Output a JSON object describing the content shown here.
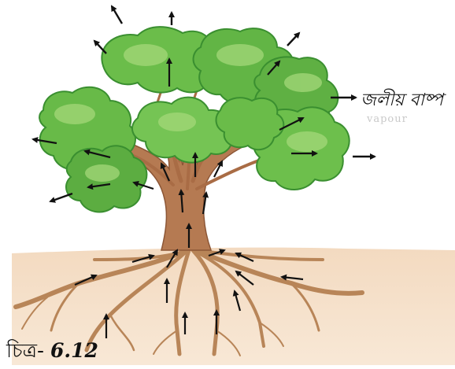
{
  "labels": {
    "water_vapour": "জলীয় বাষ্প",
    "water_vapour_faded": "vapour"
  },
  "figure": {
    "prefix": "চিত্র-",
    "number": "6.12"
  },
  "colors": {
    "leaf_dark": "#3f9d35",
    "leaf_mid": "#6bbd4a",
    "leaf_light": "#a4d879",
    "trunk": "#b57a52",
    "trunk_dark": "#8c5636",
    "root": "#b88558",
    "soil": "#f4dcc1",
    "arrow": "#111111"
  }
}
